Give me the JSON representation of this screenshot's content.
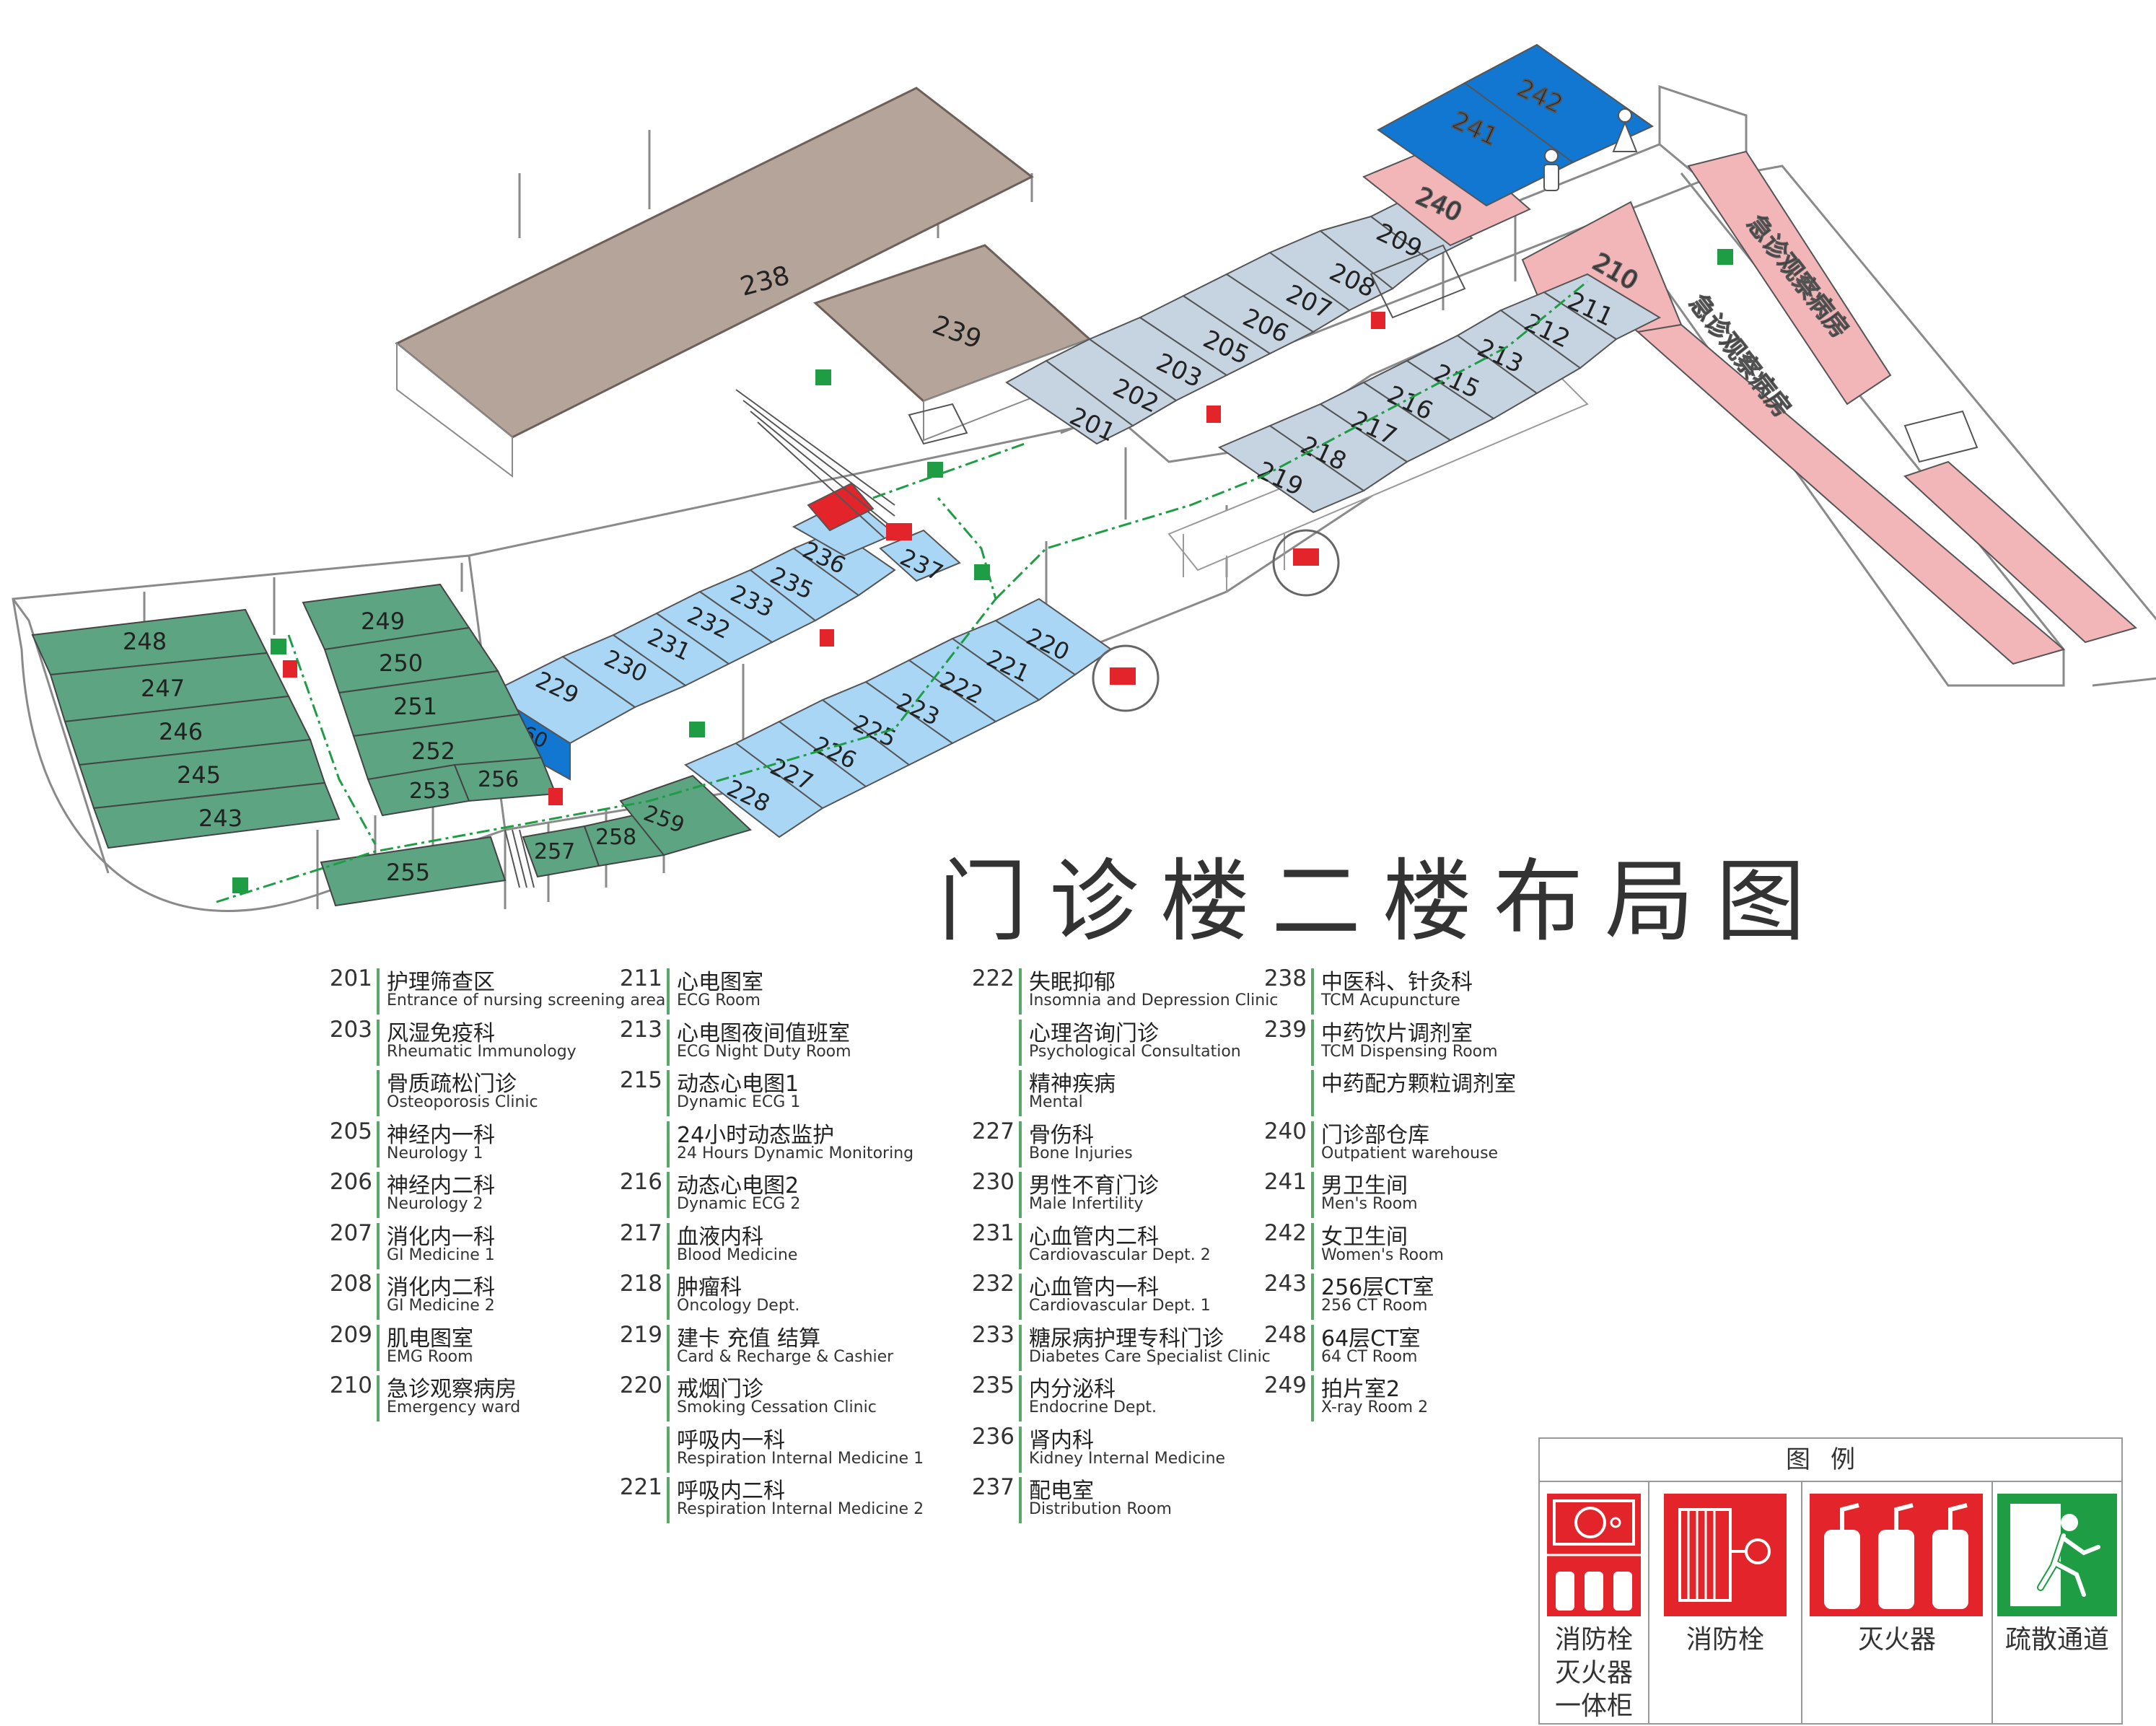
{
  "title": "门诊楼二楼布局图",
  "colors": {
    "brown": "#b5a49a",
    "light_blue_gray": "#c5d4e0",
    "light_blue": "#a9d6f5",
    "deep_blue": "#1177d1",
    "pink": "#f2b6b8",
    "green": "#5da582",
    "red": "#e3242b",
    "exit_green": "#1f9d45"
  },
  "map": {
    "rooms": {
      "r238": "238",
      "r239": "239",
      "r201": "201",
      "r202": "202",
      "r203": "203",
      "r205": "205",
      "r206": "206",
      "r207": "207",
      "r208": "208",
      "r209": "209",
      "r240": "240",
      "r241": "241",
      "r242": "242",
      "r210": "210",
      "r211": "211",
      "r212": "212",
      "r213": "213",
      "r215": "215",
      "r216": "216",
      "r217": "217",
      "r218": "218",
      "r219": "219",
      "r229": "229",
      "r230": "230",
      "r231": "231",
      "r232": "232",
      "r233": "233",
      "r235": "235",
      "r236": "236",
      "r237": "237",
      "r260": "260",
      "r220": "220",
      "r221": "221",
      "r222": "222",
      "r223": "223",
      "r225": "225",
      "r226": "226",
      "r227": "227",
      "r228": "228",
      "r249": "249",
      "r250": "250",
      "r251": "251",
      "r252": "252",
      "r253": "253",
      "r256": "256",
      "r248": "248",
      "r247": "247",
      "r246": "246",
      "r245": "245",
      "r243": "243",
      "r255": "255",
      "r257": "257",
      "r258": "258",
      "r259": "259"
    },
    "ward_label_a": "急诊观察病房",
    "ward_label_b": "急诊观察病房"
  },
  "directory": {
    "col1": [
      {
        "num": "201",
        "zh": "护理筛查区",
        "en": "Entrance of nursing screening area"
      },
      {
        "num": "203",
        "zh": "风湿免疫科",
        "en": "Rheumatic Immunology"
      },
      {
        "num": "",
        "zh": "骨质疏松门诊",
        "en": "Osteoporosis Clinic"
      },
      {
        "num": "205",
        "zh": "神经内一科",
        "en": "Neurology 1"
      },
      {
        "num": "206",
        "zh": "神经内二科",
        "en": "Neurology 2"
      },
      {
        "num": "207",
        "zh": "消化内一科",
        "en": "GI Medicine 1"
      },
      {
        "num": "208",
        "zh": "消化内二科",
        "en": "GI Medicine 2"
      },
      {
        "num": "209",
        "zh": "肌电图室",
        "en": "EMG Room"
      },
      {
        "num": "210",
        "zh": "急诊观察病房",
        "en": "Emergency ward"
      }
    ],
    "col2": [
      {
        "num": "211",
        "zh": "心电图室",
        "en": "ECG Room"
      },
      {
        "num": "213",
        "zh": "心电图夜间值班室",
        "en": "ECG Night Duty Room"
      },
      {
        "num": "215",
        "zh": "动态心电图1",
        "en": "Dynamic ECG 1"
      },
      {
        "num": "",
        "zh": "24小时动态监护",
        "en": "24 Hours Dynamic Monitoring"
      },
      {
        "num": "216",
        "zh": "动态心电图2",
        "en": "Dynamic ECG 2"
      },
      {
        "num": "217",
        "zh": "血液内科",
        "en": "Blood Medicine"
      },
      {
        "num": "218",
        "zh": "肿瘤科",
        "en": "Oncology Dept."
      },
      {
        "num": "219",
        "zh": "建卡 充值 结算",
        "en": "Card & Recharge & Cashier"
      },
      {
        "num": "220",
        "zh": "戒烟门诊",
        "en": "Smoking Cessation Clinic"
      },
      {
        "num": "",
        "zh": "呼吸内一科",
        "en": "Respiration Internal Medicine 1"
      },
      {
        "num": "221",
        "zh": "呼吸内二科",
        "en": "Respiration Internal Medicine 2"
      }
    ],
    "col3": [
      {
        "num": "222",
        "zh": "失眠抑郁",
        "en": "Insomnia and Depression Clinic"
      },
      {
        "num": "",
        "zh": "心理咨询门诊",
        "en": "Psychological Consultation"
      },
      {
        "num": "",
        "zh": "精神疾病",
        "en": "Mental"
      },
      {
        "num": "227",
        "zh": "骨伤科",
        "en": "Bone Injuries"
      },
      {
        "num": "230",
        "zh": "男性不育门诊",
        "en": "Male Infertility"
      },
      {
        "num": "231",
        "zh": "心血管内二科",
        "en": "Cardiovascular Dept. 2"
      },
      {
        "num": "232",
        "zh": "心血管内一科",
        "en": "Cardiovascular Dept. 1"
      },
      {
        "num": "233",
        "zh": "糖尿病护理专科门诊",
        "en": "Diabetes Care Specialist Clinic"
      },
      {
        "num": "235",
        "zh": "内分泌科",
        "en": "Endocrine Dept."
      },
      {
        "num": "236",
        "zh": "肾内科",
        "en": "Kidney Internal Medicine"
      },
      {
        "num": "237",
        "zh": "配电室",
        "en": "Distribution Room"
      }
    ],
    "col4": [
      {
        "num": "238",
        "zh": "中医科、针灸科",
        "en": "TCM Acupuncture"
      },
      {
        "num": "239",
        "zh": "中药饮片调剂室",
        "en": "TCM Dispensing Room"
      },
      {
        "num": "",
        "zh": "中药配方颗粒调剂室",
        "en": ""
      },
      {
        "num": "240",
        "zh": "门诊部仓库",
        "en": "Outpatient warehouse"
      },
      {
        "num": "241",
        "zh": "男卫生间",
        "en": "Men's Room"
      },
      {
        "num": "242",
        "zh": "女卫生间",
        "en": "Women's Room"
      },
      {
        "num": "243",
        "zh": "256层CT室",
        "en": "256 CT Room"
      },
      {
        "num": "248",
        "zh": "64层CT室",
        "en": "64 CT Room"
      },
      {
        "num": "249",
        "zh": "拍片室2",
        "en": "X-ray Room 2"
      }
    ]
  },
  "legend": {
    "title": "图例",
    "items": [
      {
        "label": "消防栓\n灭火器\n一体柜",
        "icon": "hydrant-cabinet-icon"
      },
      {
        "label": "消防栓",
        "icon": "fire-hose-icon"
      },
      {
        "label": "灭火器",
        "icon": "fire-extinguisher-icon"
      },
      {
        "label": "疏散通道",
        "icon": "emergency-exit-icon"
      }
    ]
  }
}
